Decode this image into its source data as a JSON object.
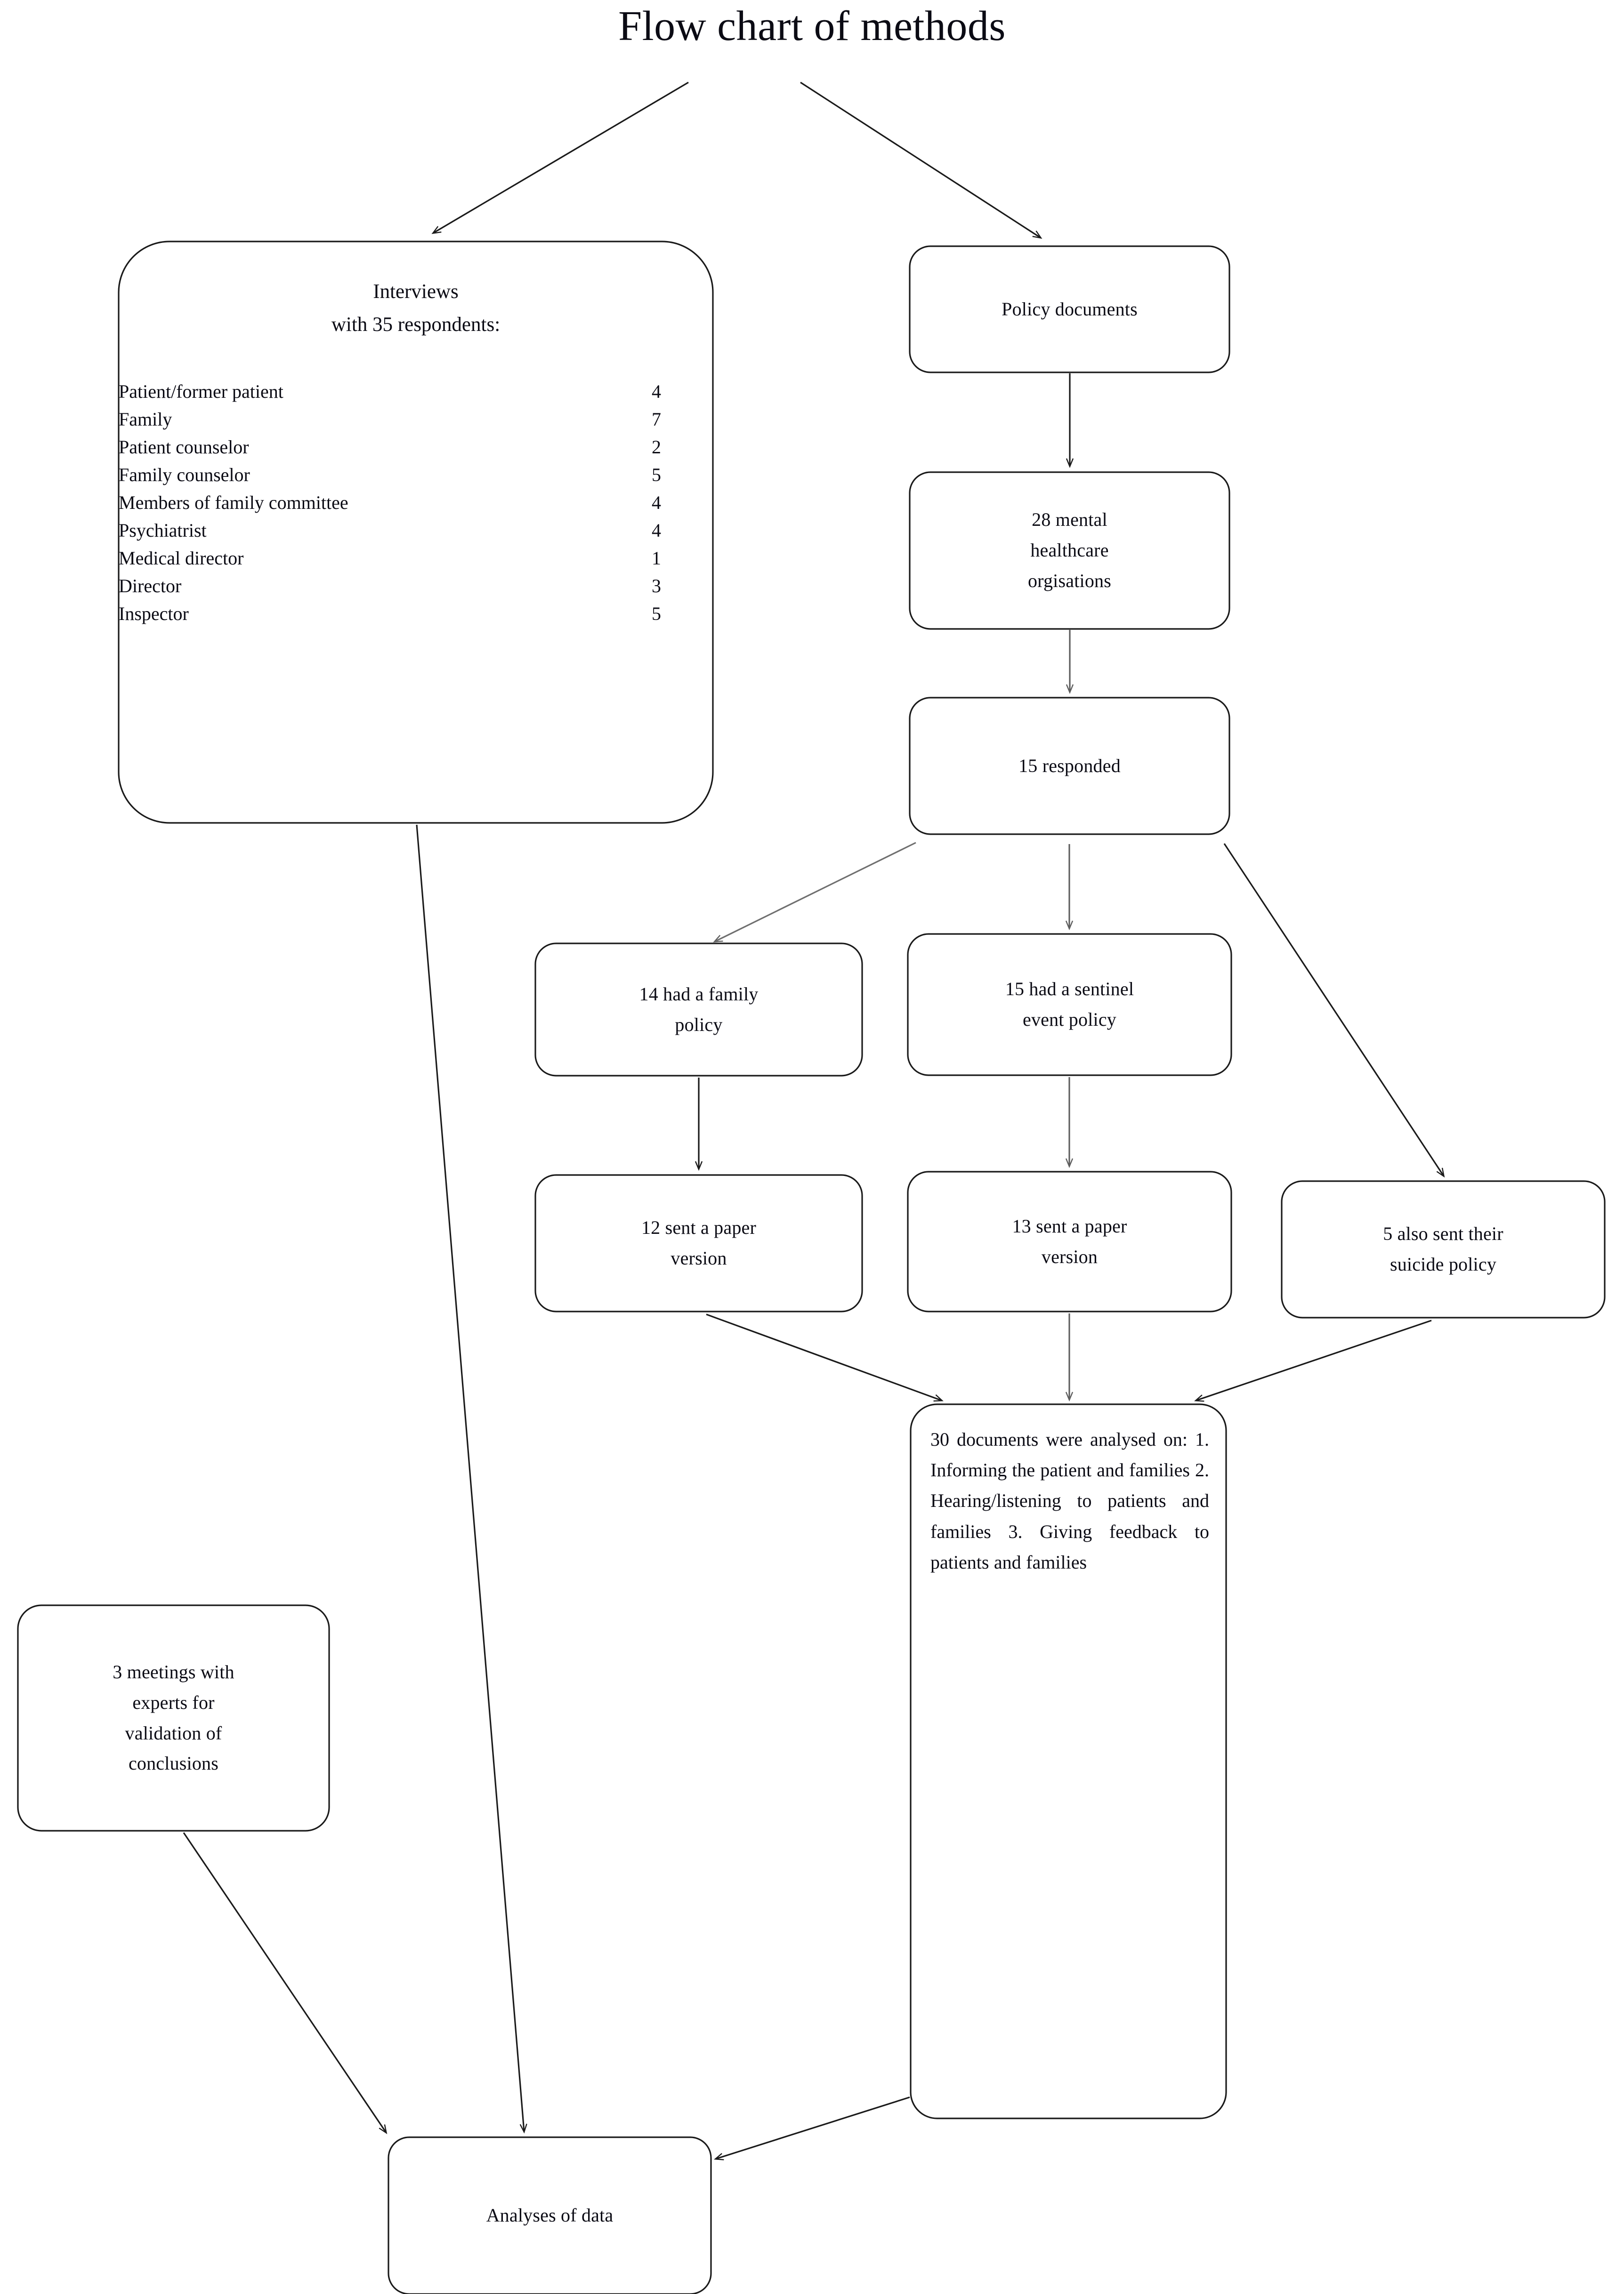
{
  "title": "Flow chart of methods",
  "nodes": {
    "interviews": {
      "heading_line1": "Interviews",
      "heading_line2": "with 35 respondents:",
      "rows": [
        {
          "label": "Patient/former patient",
          "count": "4"
        },
        {
          "label": "Family",
          "count": "7"
        },
        {
          "label": "Patient counselor",
          "count": "2"
        },
        {
          "label": "Family counselor",
          "count": "5"
        },
        {
          "label": "Members of family committee",
          "count": "4"
        },
        {
          "label": "Psychiatrist",
          "count": "4"
        },
        {
          "label": "Medical director",
          "count": "1"
        },
        {
          "label": "Director",
          "count": "3"
        },
        {
          "label": "Inspector",
          "count": "5"
        }
      ]
    },
    "policy_documents": {
      "text": "Policy documents"
    },
    "organisations": {
      "text": "28 mental\nhealthcare\norgisations"
    },
    "responded": {
      "text": "15 responded"
    },
    "family_policy": {
      "text": "14 had a family\npolicy"
    },
    "sentinel_policy": {
      "text": "15 had a sentinel\nevent policy"
    },
    "paper_version_12": {
      "text": "12 sent a paper\nversion"
    },
    "paper_version_13": {
      "text": "13 sent a paper\nversion"
    },
    "suicide_policy": {
      "text": "5 also sent their\nsuicide policy"
    },
    "documents_analysed": {
      "text": "30 documents were analysed on: 1. Informing the patient and families 2. Hearing/listening to patients and families 3. Giving feedback to patients and families"
    },
    "expert_meetings": {
      "text": "3 meetings with\nexperts for\nvalidation of\nconclusions"
    },
    "analyses_of_data": {
      "text": "Analyses of data"
    }
  },
  "edges": [
    {
      "from": "title",
      "to": "interviews"
    },
    {
      "from": "title",
      "to": "policy_documents"
    },
    {
      "from": "policy_documents",
      "to": "organisations"
    },
    {
      "from": "organisations",
      "to": "responded"
    },
    {
      "from": "responded",
      "to": "family_policy"
    },
    {
      "from": "responded",
      "to": "sentinel_policy"
    },
    {
      "from": "responded",
      "to": "suicide_policy"
    },
    {
      "from": "family_policy",
      "to": "paper_version_12"
    },
    {
      "from": "sentinel_policy",
      "to": "paper_version_13"
    },
    {
      "from": "paper_version_12",
      "to": "documents_analysed"
    },
    {
      "from": "paper_version_13",
      "to": "documents_analysed"
    },
    {
      "from": "suicide_policy",
      "to": "documents_analysed"
    },
    {
      "from": "interviews",
      "to": "analyses_of_data"
    },
    {
      "from": "expert_meetings",
      "to": "analyses_of_data"
    },
    {
      "from": "documents_analysed",
      "to": "analyses_of_data"
    }
  ],
  "style": {
    "stroke": "#1a1a1a",
    "box_fill": "#ffffff",
    "text_color": "#0b0b14",
    "background": "#ffffff"
  }
}
